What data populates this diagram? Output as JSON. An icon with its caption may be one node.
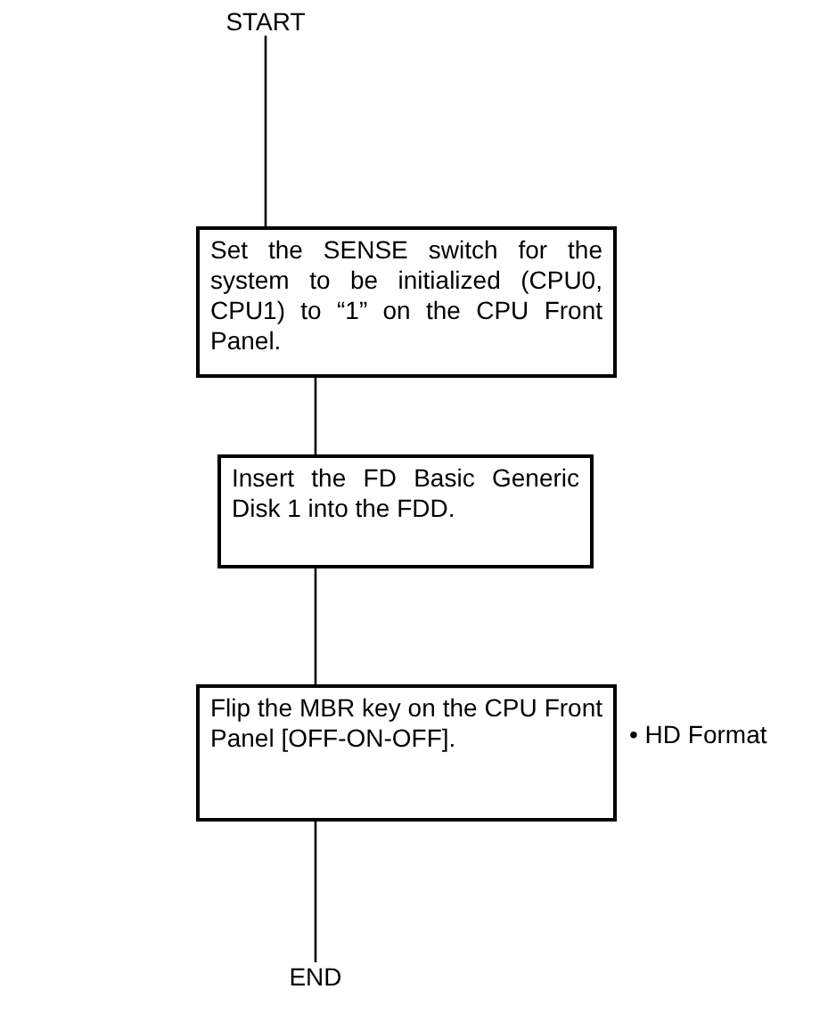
{
  "diagram": {
    "nodes": [
      {
        "text": [
          "START"
        ]
      },
      {
        "text": [
          "Set the SENSE switch for the system to be initialized (CPU0, CPU1) to “1” on the CPU Front Panel."
        ]
      },
      {
        "text": [
          "Insert the FD Basic Generic Disk 1 into the FDD."
        ]
      },
      {
        "text": [
          "Flip the MBR key on the CPU Front Panel [OFF-ON-OFF]."
        ],
        "beside": [
          "• HD Format"
        ]
      },
      {
        "text": [
          "END"
        ]
      }
    ],
    "edges": [
      {
        "from": 0,
        "to": 1,
        "arrow": "none"
      },
      {
        "from": 1,
        "to": 2,
        "arrow": "none"
      },
      {
        "from": 2,
        "to": 3,
        "arrow": "none"
      },
      {
        "from": 3,
        "to": 4,
        "arrow": "none"
      }
    ]
  }
}
